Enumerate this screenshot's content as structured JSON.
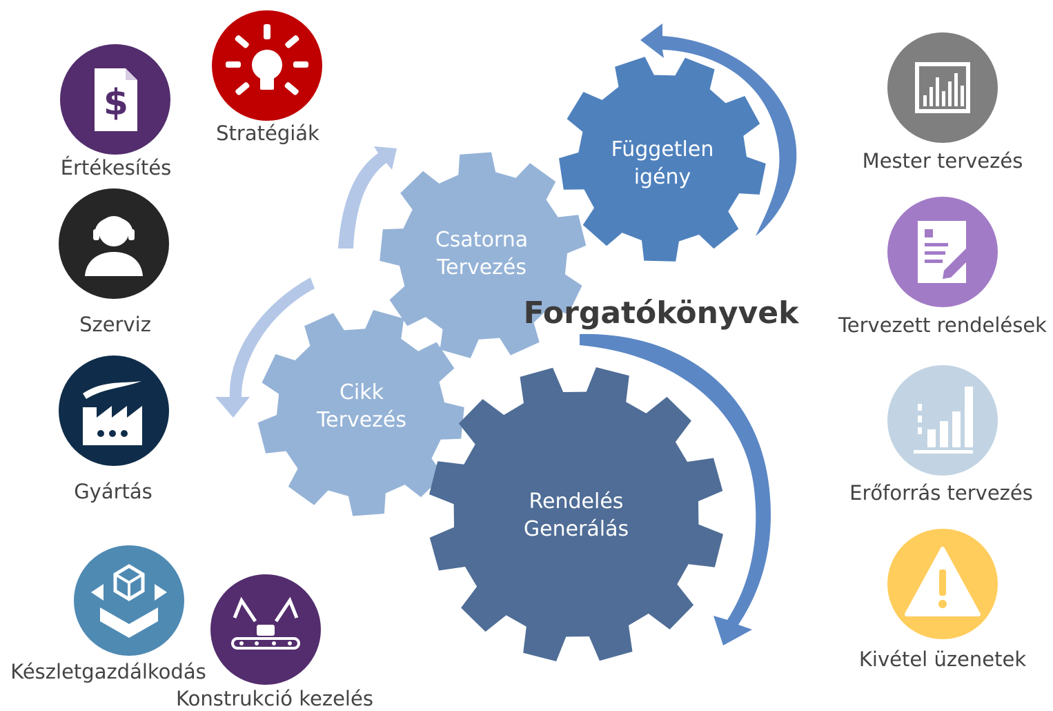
{
  "center_title": "Forgatókönyvek",
  "gears": [
    {
      "id": "fuggetlen",
      "line1": "Független",
      "line2": "igény",
      "color": "#4f81bd"
    },
    {
      "id": "csatorna",
      "line1": "Csatorna",
      "line2": "Tervezés",
      "color": "#95b3d7"
    },
    {
      "id": "cikk",
      "line1": "Cikk",
      "line2": "Tervezés",
      "color": "#95b3d7"
    },
    {
      "id": "rendeles",
      "line1": "Rendelés",
      "line2": "Generálás",
      "color": "#4f6d96"
    }
  ],
  "left_items": [
    {
      "label": "Értékesítés",
      "icon": "dollar-document-icon",
      "color": "#532d6d"
    },
    {
      "label": "Stratégiák",
      "icon": "lightbulb-icon",
      "color": "#c00000"
    },
    {
      "label": "Szerviz",
      "icon": "headset-user-icon",
      "color": "#262626"
    },
    {
      "label": "Gyártás",
      "icon": "factory-icon",
      "color": "#0f2d4a"
    },
    {
      "label": "Készletgazdálkodás",
      "icon": "inventory-box-icon",
      "color": "#4f8ab3"
    },
    {
      "label": "Konstrukció kezelés",
      "icon": "robot-assembly-icon",
      "color": "#532d6d"
    }
  ],
  "right_items": [
    {
      "label": "Mester tervezés",
      "icon": "bar-chart-icon",
      "color": "#7f7f7f"
    },
    {
      "label": "Tervezett rendelések",
      "icon": "document-edit-icon",
      "color": "#a27bc7"
    },
    {
      "label": "Erőforrás tervezés",
      "icon": "column-chart-icon",
      "color": "#c2d4e3"
    },
    {
      "label": "Kivétel üzenetek",
      "icon": "warning-icon",
      "color": "#ffcd5c"
    }
  ]
}
